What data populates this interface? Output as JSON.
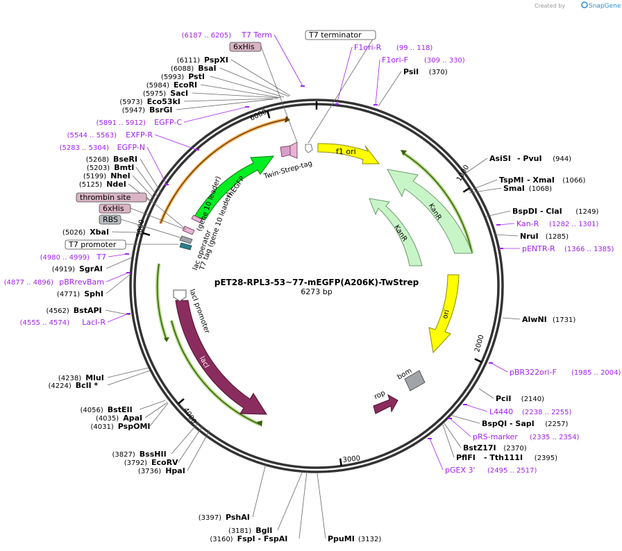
{
  "app": {
    "credit": "Created by",
    "brand": "SnapGene"
  },
  "plasmid": {
    "name": "pET28-RPL3-53~77-mEGFP(A206K)-TwStrep",
    "length": "6273 bp"
  },
  "ticks": [
    "1000",
    "2000",
    "3000",
    "4000",
    "5000",
    "6000"
  ],
  "sites_right": [
    {
      "name": "PsiI",
      "pos": "(370)"
    },
    {
      "name": "AsiSI",
      "name2": "PvuI",
      "pos": "(944)"
    },
    {
      "name": "TspMI",
      "name2": "XmaI",
      "pos": "(1066)"
    },
    {
      "name": "SmaI",
      "pos": "(1068)"
    },
    {
      "name": "BspDI",
      "name2": "ClaI",
      "pos": "(1249)"
    },
    {
      "name": "NruI",
      "pos": "(1285)"
    },
    {
      "name": "AlwNI",
      "pos": "(1731)"
    },
    {
      "name": "PciI",
      "pos": "(2140)"
    },
    {
      "name": "BspQI",
      "name2": "SapI",
      "pos": "(2257)"
    },
    {
      "name": "BstZ17I",
      "pos": "(2370)"
    },
    {
      "name": "PflFI",
      "name2": "Tth111I",
      "pos": "(2395)"
    },
    {
      "name": "PpuMI",
      "pos": "(3132)"
    }
  ],
  "sites_left": [
    {
      "name": "PspXI",
      "pos": "(6111)"
    },
    {
      "name": "BsaI",
      "pos": "(6088)"
    },
    {
      "name": "PstI",
      "pos": "(5993)"
    },
    {
      "name": "EcoRI",
      "pos": "(5984)"
    },
    {
      "name": "SacI",
      "pos": "(5975)"
    },
    {
      "name": "Eco53kI",
      "pos": "(5973)"
    },
    {
      "name": "BsrGI",
      "pos": "(5947)"
    },
    {
      "name": "BseRI",
      "pos": "(5268)"
    },
    {
      "name": "BmtI",
      "pos": "(5203)"
    },
    {
      "name": "NheI",
      "pos": "(5199)"
    },
    {
      "name": "NdeI",
      "pos": "(5125)"
    },
    {
      "name": "XbaI",
      "pos": "(5026)"
    },
    {
      "name": "SgrAI",
      "pos": "(4919)"
    },
    {
      "name": "SphI",
      "pos": "(4771)"
    },
    {
      "name": "BstAPI",
      "pos": "(4562)"
    },
    {
      "name": "MluI",
      "pos": "(4238)"
    },
    {
      "name": "BclI *",
      "pos": "(4224)"
    },
    {
      "name": "BstEII",
      "pos": "(4056)"
    },
    {
      "name": "ApaI",
      "pos": "(4035)"
    },
    {
      "name": "PspOMI",
      "pos": "(4031)"
    },
    {
      "name": "BssHII",
      "pos": "(3827)"
    },
    {
      "name": "EcoRV",
      "pos": "(3792)"
    },
    {
      "name": "HpaI",
      "pos": "(3736)"
    },
    {
      "name": "PshAI",
      "pos": "(3397)"
    },
    {
      "name": "BglI",
      "pos": "(3181)"
    },
    {
      "name": "FspI",
      "name2": "FspAI",
      "pos": "(3160)"
    }
  ],
  "primers": [
    {
      "name": "T7 Term",
      "pos": "(6187 .. 6205)"
    },
    {
      "name": "F1ori-R",
      "pos": "(99 .. 118)"
    },
    {
      "name": "F1ori-F",
      "pos": "(309 .. 330)"
    },
    {
      "name": "EGFP-C",
      "pos": "(5891 .. 5912)"
    },
    {
      "name": "EXFP-R",
      "pos": "(5544 .. 5563)"
    },
    {
      "name": "EGFP-N",
      "pos": "(5283 .. 5304)"
    },
    {
      "name": "Kan-R",
      "pos": "(1282 .. 1301)"
    },
    {
      "name": "pENTR-R",
      "pos": "(1366 .. 1385)"
    },
    {
      "name": "T7",
      "pos": "(4980 .. 4999)"
    },
    {
      "name": "pBRrevBam",
      "pos": "(4877 .. 4896)"
    },
    {
      "name": "LacI-R",
      "pos": "(4555 .. 4574)"
    },
    {
      "name": "pBR322ori-F",
      "pos": "(1985 .. 2004)"
    },
    {
      "name": "L4440",
      "pos": "(2238 .. 2255)"
    },
    {
      "name": "pRS-marker",
      "pos": "(2335 .. 2354)"
    },
    {
      "name": "pGEX 3'",
      "pos": "(2495 .. 2517)"
    }
  ],
  "boxes": [
    "T7 terminator",
    "6xHis",
    "thrombin site",
    "6xHis",
    "RBS",
    "T7 promoter"
  ],
  "features": {
    "f1ori": "f1 ori",
    "kanr1": "KanR",
    "kanr2": "KanR",
    "ori": "ori",
    "bom": "bom",
    "rop": "rop",
    "laci": "lacI",
    "laci_promoter": "lacI promoter",
    "megfp": "mEGFP",
    "megfp_sub": "(gene 10 leader)",
    "t7tag": "T7 tag (gene 10 leader)",
    "lacop": "lac operator",
    "twinstrep": "Twin-Strep-tag"
  },
  "colors": {
    "purple": "#a020f0",
    "megfp": "#00ee22",
    "f1ori": "#ffff00",
    "kanr": "#c8f5c8",
    "laci": "#8b2c5e",
    "rop": "#8b2c5e",
    "bom": "#a0a4a8",
    "orange_arc": "#f4a23a",
    "green_arc": "#9ccf6a"
  }
}
